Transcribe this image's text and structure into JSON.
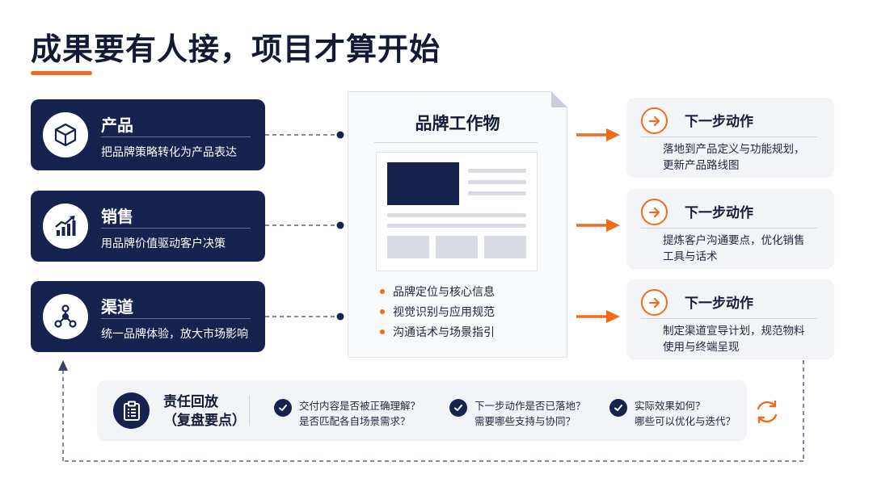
{
  "title": "成果要有人接，项目才算开始",
  "colors": {
    "navy": "#17234f",
    "accent": "#f26a1b",
    "card_bg": "#f3f4f7"
  },
  "left_cards": [
    {
      "icon": "box-icon",
      "title": "产品",
      "desc": "把品牌策略转化为产品表达"
    },
    {
      "icon": "growth-chart-icon",
      "title": "销售",
      "desc": "用品牌价值驱动客户决策"
    },
    {
      "icon": "network-icon",
      "title": "渠道",
      "desc": "统一品牌体验，放大市场影响"
    }
  ],
  "document": {
    "title": "品牌工作物",
    "bullets": [
      "品牌定位与核心信息",
      "视觉识别与应用规范",
      "沟通话术与场景指引"
    ]
  },
  "right_cards": [
    {
      "title": "下一步动作",
      "desc_lines": [
        "落地到产品定义与功能规划，",
        "更新产品路线图"
      ]
    },
    {
      "title": "下一步动作",
      "desc_lines": [
        "提炼客户沟通要点，优化销售",
        "工具与话术"
      ]
    },
    {
      "title": "下一步动作",
      "desc_lines": [
        "制定渠道宣导计划，规范物料",
        "使用与终端呈现"
      ]
    }
  ],
  "review": {
    "title_line1": "责任回放",
    "title_line2": "（复盘要点）",
    "questions": [
      {
        "line1": "交付内容是否被正确理解？",
        "line2": "是否匹配各自场景需求？"
      },
      {
        "line1": "下一步动作是否已落地？",
        "line2": "需要哪些支持与协同？"
      },
      {
        "line1": "实际效果如何？",
        "line2": "哪些可以优化与迭代？"
      }
    ]
  }
}
